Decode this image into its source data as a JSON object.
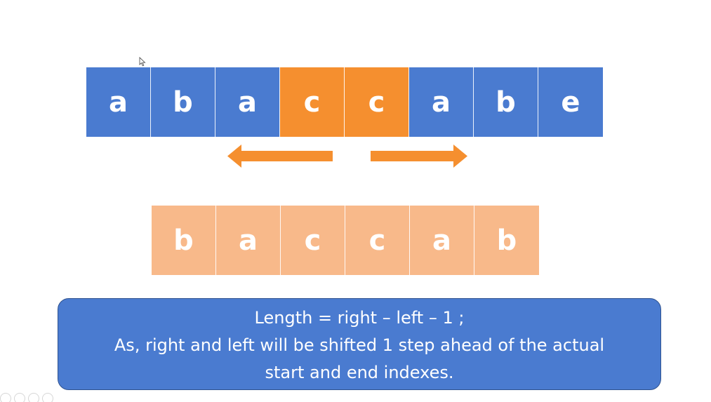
{
  "top_row": [
    {
      "letter": "a",
      "color": "blue"
    },
    {
      "letter": "b",
      "color": "blue"
    },
    {
      "letter": "a",
      "color": "blue"
    },
    {
      "letter": "c",
      "color": "orange"
    },
    {
      "letter": "c",
      "color": "orange"
    },
    {
      "letter": "a",
      "color": "blue"
    },
    {
      "letter": "b",
      "color": "blue"
    },
    {
      "letter": "e",
      "color": "blue"
    }
  ],
  "bottom_row": [
    {
      "letter": "b",
      "color": "peach"
    },
    {
      "letter": "a",
      "color": "peach"
    },
    {
      "letter": "c",
      "color": "peach"
    },
    {
      "letter": "c",
      "color": "peach"
    },
    {
      "letter": "a",
      "color": "peach"
    },
    {
      "letter": "b",
      "color": "peach"
    }
  ],
  "info_box": {
    "line1": "Length = right – left – 1 ;",
    "line2": "As, right and left will be shifted 1 step ahead of the actual",
    "line3": "start and end indexes."
  },
  "colors": {
    "blue": "#4a7bd0",
    "orange": "#f58f2f",
    "peach": "#f8b98a",
    "arrow": "#f58f2f"
  },
  "icons": {
    "left_arrow": "left-arrow-icon",
    "right_arrow": "right-arrow-icon",
    "cursor": "mouse-pointer-icon"
  }
}
